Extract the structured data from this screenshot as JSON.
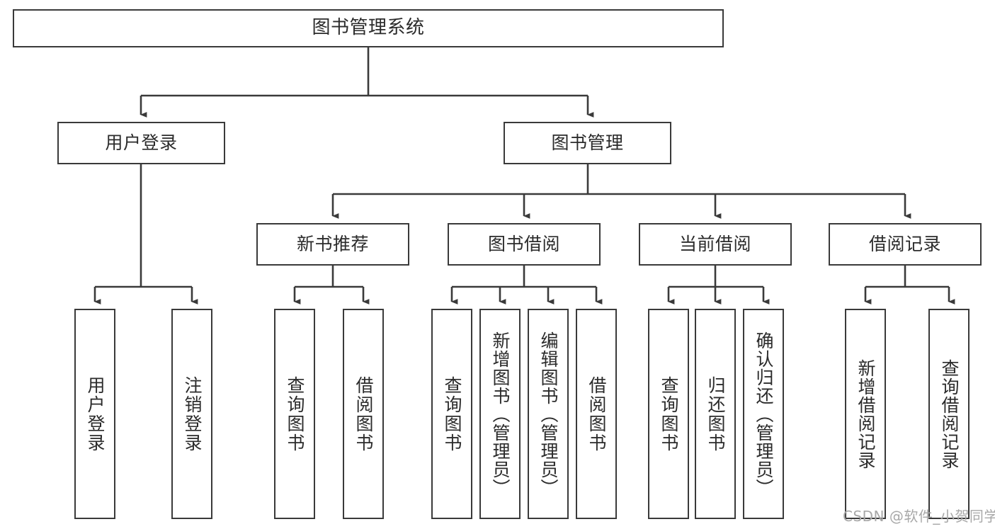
{
  "diagram": {
    "type": "tree-hierarchy",
    "title": "图书管理系统",
    "root": {
      "label": "图书管理系统",
      "name": "root-node"
    },
    "level2": [
      {
        "label": "用户登录",
        "name": "node-user-login"
      },
      {
        "label": "图书管理",
        "name": "node-book-management"
      }
    ],
    "level3": [
      {
        "label": "新书推荐",
        "name": "node-new-book-recommend"
      },
      {
        "label": "图书借阅",
        "name": "node-book-borrow"
      },
      {
        "label": "当前借阅",
        "name": "node-current-borrow"
      },
      {
        "label": "借阅记录",
        "name": "node-borrow-record"
      }
    ],
    "leaves": {
      "user_login": [
        {
          "label": "用户登录",
          "name": "leaf-user-login"
        },
        {
          "label": "注销登录",
          "name": "leaf-logout"
        }
      ],
      "new_book_recommend": [
        {
          "label": "查询图书",
          "name": "leaf-query-book-1"
        },
        {
          "label": "借阅图书",
          "name": "leaf-borrow-book-1"
        }
      ],
      "book_borrow": [
        {
          "label": "查询图书",
          "name": "leaf-query-book-2"
        },
        {
          "label": "新增图书（管理员）",
          "name": "leaf-add-book-admin"
        },
        {
          "label": "编辑图书（管理员）",
          "name": "leaf-edit-book-admin"
        },
        {
          "label": "借阅图书",
          "name": "leaf-borrow-book-2"
        }
      ],
      "current_borrow": [
        {
          "label": "查询图书",
          "name": "leaf-query-book-3"
        },
        {
          "label": "归还图书",
          "name": "leaf-return-book"
        },
        {
          "label": "确认归还（管理员）",
          "name": "leaf-confirm-return-admin"
        }
      ],
      "borrow_record": [
        {
          "label": "新增借阅记录",
          "name": "leaf-add-borrow-record"
        },
        {
          "label": "查询借阅记录",
          "name": "leaf-query-borrow-record"
        }
      ]
    },
    "watermark": "CSDN @软件_小贺同学",
    "colors": {
      "stroke": "#3a3a3a",
      "text": "#2b2b2b",
      "background": "#ffffff",
      "watermark": "#a8a8a8"
    }
  }
}
